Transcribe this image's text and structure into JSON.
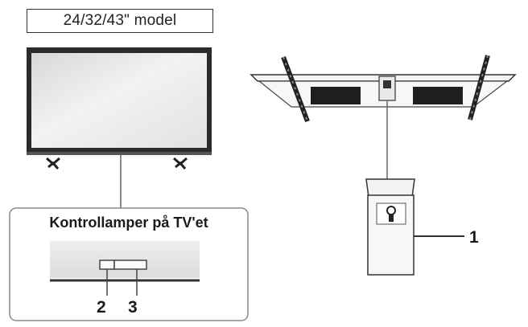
{
  "model_label": "24/32/43\" model",
  "indicator_panel": {
    "title": "Kontrollamper på TV'et"
  },
  "callouts": {
    "one": "1",
    "two": "2",
    "three": "3"
  }
}
